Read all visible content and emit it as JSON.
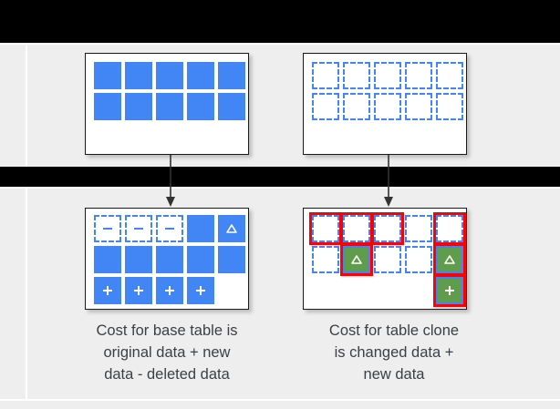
{
  "page": {
    "background": "#ffffff",
    "panel_background": "#eeeeee",
    "band_color": "#000000"
  },
  "colors": {
    "blue": "#4285f4",
    "green": "#5f9c4b",
    "red_outline": "#ff0000",
    "card_border": "#1a1a1a",
    "text": "#3c4043",
    "panel": "#eeeeee",
    "band": "#000000"
  },
  "glyphs": {
    "minus": "minus-glyph",
    "plus": "plus-glyph",
    "triangle": "triangle-glyph"
  },
  "tables": {
    "base_original": {
      "name": "base-table-original",
      "columns": 5,
      "rows": [
        [
          {
            "state": "solid",
            "glyph": null,
            "outlined": false
          },
          {
            "state": "solid",
            "glyph": null,
            "outlined": false
          },
          {
            "state": "solid",
            "glyph": null,
            "outlined": false
          },
          {
            "state": "solid",
            "glyph": null,
            "outlined": false
          },
          {
            "state": "solid",
            "glyph": null,
            "outlined": false
          }
        ],
        [
          {
            "state": "solid",
            "glyph": null,
            "outlined": false
          },
          {
            "state": "solid",
            "glyph": null,
            "outlined": false
          },
          {
            "state": "solid",
            "glyph": null,
            "outlined": false
          },
          {
            "state": "solid",
            "glyph": null,
            "outlined": false
          },
          {
            "state": "solid",
            "glyph": null,
            "outlined": false
          }
        ]
      ]
    },
    "clone_original": {
      "name": "table-clone-original",
      "columns": 5,
      "rows": [
        [
          {
            "state": "dashed",
            "glyph": null,
            "outlined": false
          },
          {
            "state": "dashed",
            "glyph": null,
            "outlined": false
          },
          {
            "state": "dashed",
            "glyph": null,
            "outlined": false
          },
          {
            "state": "dashed",
            "glyph": null,
            "outlined": false
          },
          {
            "state": "dashed",
            "glyph": null,
            "outlined": false
          }
        ],
        [
          {
            "state": "dashed",
            "glyph": null,
            "outlined": false
          },
          {
            "state": "dashed",
            "glyph": null,
            "outlined": false
          },
          {
            "state": "dashed",
            "glyph": null,
            "outlined": false
          },
          {
            "state": "dashed",
            "glyph": null,
            "outlined": false
          },
          {
            "state": "dashed",
            "glyph": null,
            "outlined": false
          }
        ]
      ]
    },
    "base_modified": {
      "name": "base-table-modified",
      "columns": 5,
      "rows": [
        [
          {
            "state": "dashed",
            "glyph": "minus",
            "outlined": false
          },
          {
            "state": "dashed",
            "glyph": "minus",
            "outlined": false
          },
          {
            "state": "dashed",
            "glyph": "minus",
            "outlined": false
          },
          {
            "state": "solid",
            "glyph": null,
            "outlined": false
          },
          {
            "state": "solid",
            "glyph": "triangle",
            "outlined": false
          }
        ],
        [
          {
            "state": "solid",
            "glyph": null,
            "outlined": false
          },
          {
            "state": "solid",
            "glyph": null,
            "outlined": false
          },
          {
            "state": "solid",
            "glyph": null,
            "outlined": false
          },
          {
            "state": "solid",
            "glyph": null,
            "outlined": false
          },
          {
            "state": "solid",
            "glyph": null,
            "outlined": false
          }
        ],
        [
          {
            "state": "solid",
            "glyph": "plus",
            "outlined": false
          },
          {
            "state": "solid",
            "glyph": "plus",
            "outlined": false
          },
          {
            "state": "solid",
            "glyph": "plus",
            "outlined": false
          },
          {
            "state": "solid",
            "glyph": "plus",
            "outlined": false
          },
          {
            "state": "empty",
            "glyph": null,
            "outlined": false
          }
        ]
      ]
    },
    "clone_modified": {
      "name": "table-clone-modified",
      "columns": 5,
      "rows": [
        [
          {
            "state": "dashed",
            "glyph": null,
            "outlined": true
          },
          {
            "state": "dashed",
            "glyph": null,
            "outlined": true
          },
          {
            "state": "dashed",
            "glyph": null,
            "outlined": true
          },
          {
            "state": "dashed",
            "glyph": null,
            "outlined": false
          },
          {
            "state": "dashed",
            "glyph": null,
            "outlined": true
          }
        ],
        [
          {
            "state": "dashed",
            "glyph": null,
            "outlined": false
          },
          {
            "state": "green",
            "glyph": "triangle",
            "outlined": true
          },
          {
            "state": "dashed",
            "glyph": null,
            "outlined": false
          },
          {
            "state": "dashed",
            "glyph": null,
            "outlined": false
          },
          {
            "state": "green",
            "glyph": "triangle",
            "outlined": true
          }
        ],
        [
          {
            "state": "empty",
            "glyph": null,
            "outlined": false
          },
          {
            "state": "empty",
            "glyph": null,
            "outlined": false
          },
          {
            "state": "empty",
            "glyph": null,
            "outlined": false
          },
          {
            "state": "empty",
            "glyph": null,
            "outlined": false
          },
          {
            "state": "green",
            "glyph": "plus",
            "outlined": true
          }
        ]
      ]
    }
  },
  "captions": {
    "left": "Cost for base table is\noriginal data + new\ndata - deleted data",
    "right": "Cost for table clone\nis changed data +\nnew data"
  },
  "arrows": {
    "left": "arrow-down-base",
    "right": "arrow-down-clone"
  }
}
